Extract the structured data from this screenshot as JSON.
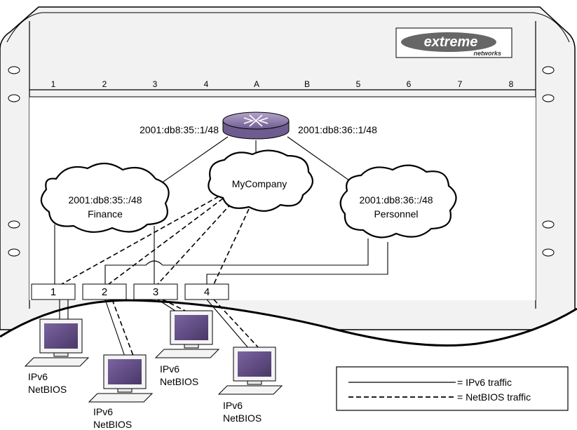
{
  "brand": {
    "logo_text": "extreme",
    "logo_sub": "networks"
  },
  "slots": [
    "1",
    "2",
    "3",
    "4",
    "A",
    "B",
    "5",
    "6",
    "7",
    "8"
  ],
  "router": {
    "left_address": "2001:db8:35::1/48",
    "right_address": "2001:db8:36::1/48"
  },
  "clouds": {
    "finance": {
      "line1": "2001:db8:35::/48",
      "line2": "Finance"
    },
    "company": {
      "line1": "MyCompany"
    },
    "personnel": {
      "line1": "2001:db8:36::/48",
      "line2": "Personnel"
    }
  },
  "ports": [
    "1",
    "2",
    "3",
    "4"
  ],
  "hosts": [
    {
      "line1": "IPv6",
      "line2": "NetBIOS"
    },
    {
      "line1": "IPv6",
      "line2": "NetBIOS"
    },
    {
      "line1": "IPv6",
      "line2": "NetBIOS"
    },
    {
      "line1": "IPv6",
      "line2": "NetBIOS"
    }
  ],
  "legend": {
    "solid_label": "= IPv6 traffic",
    "dashed_label": "= NetBIOS traffic"
  },
  "colors": {
    "router": "#8a7aa8",
    "screen": "#5e4a82",
    "chassis": "#f2f2f2"
  }
}
